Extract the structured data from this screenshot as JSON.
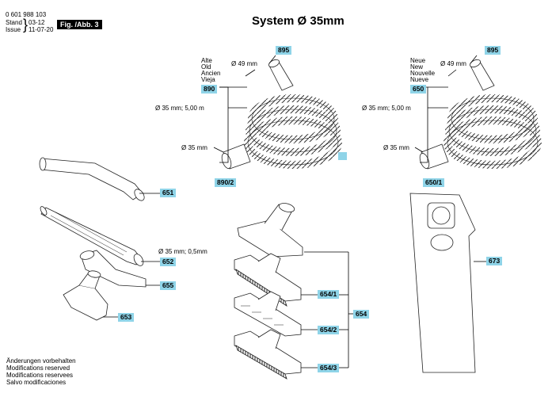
{
  "header": {
    "doc_number": "0 601 988 103",
    "stand_label": "Stand",
    "stand_value": "03-12",
    "issue_label": "Issue",
    "issue_value": "11-07-20",
    "fig_label": "Fig. /Abb. 3",
    "title": "System Ø 35mm"
  },
  "labels_left": {
    "old": [
      "Alte",
      "Old",
      "Ancien",
      "Vieja"
    ],
    "d49": "Ø 49 mm",
    "d35_len": "Ø 35 mm; 5,00 m",
    "d35": "Ø 35 mm",
    "d35_05": "Ø 35 mm; 0,5mm"
  },
  "labels_right": {
    "new": [
      "Neue",
      "New",
      "Nouvelle",
      "Nueve"
    ],
    "d49": "Ø 49 mm",
    "d35_len": "Ø 35 mm; 5,00 m",
    "d35": "Ø 35 mm"
  },
  "parts": {
    "p895a": "895",
    "p890": "890",
    "p890_2": "890/2",
    "p895b": "895",
    "p650": "650",
    "p650_1": "650/1",
    "p651": "651",
    "p652": "652",
    "p655": "655",
    "p653": "653",
    "p654_1": "654/1",
    "p654_2": "654/2",
    "p654_3": "654/3",
    "p654": "654",
    "p673": "673"
  },
  "footer": [
    "Änderungen vorbehalten",
    "Modifications reserved",
    "Modifications reservees",
    "Salvo modificaciones"
  ]
}
